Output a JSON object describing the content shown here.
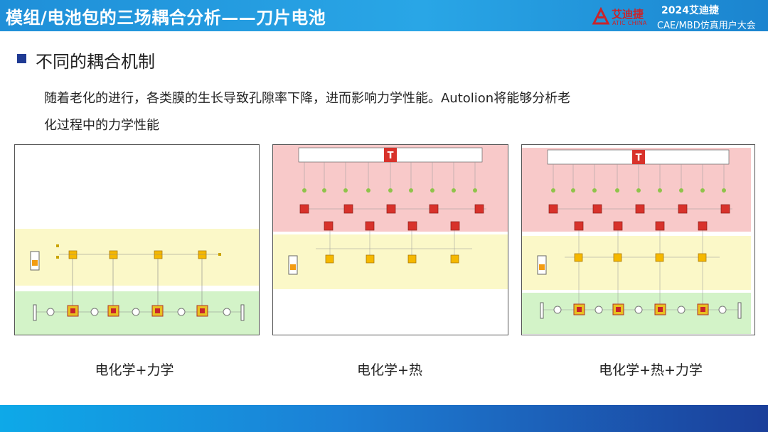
{
  "header": {
    "title": "模组/电池包的三场耦合分析——刀片电池",
    "logo_cn": "艾迪捷",
    "logo_en": "ATIC CHINA",
    "conf_year": "2024艾迪捷",
    "conf_name": "CAE/MBD仿真用户大会"
  },
  "section": {
    "title": "不同的耦合机制"
  },
  "paragraph": {
    "line1": "随着老化的进行，各类膜的生长导致孔隙率下降，进而影响力学性能。Autolion将能够分析老",
    "line2": "化过程中的力学性能"
  },
  "panels": [
    {
      "caption": "电化学+力学",
      "has_thermal": false
    },
    {
      "caption": "电化学+热",
      "has_thermal": true
    },
    {
      "caption": "电化学+热+力学",
      "has_thermal": true
    }
  ],
  "thermal_block_letter": "T",
  "colors": {
    "header_blue": "#1f8fd8",
    "bullet": "#1f3a93",
    "thermal_zone": "#f8c9c9",
    "mech_zone": "#fbf8c8",
    "electro_zone": "#d3f3c8",
    "thermal_block": "#d8322b",
    "footer_dark": "#1b3f9a"
  }
}
